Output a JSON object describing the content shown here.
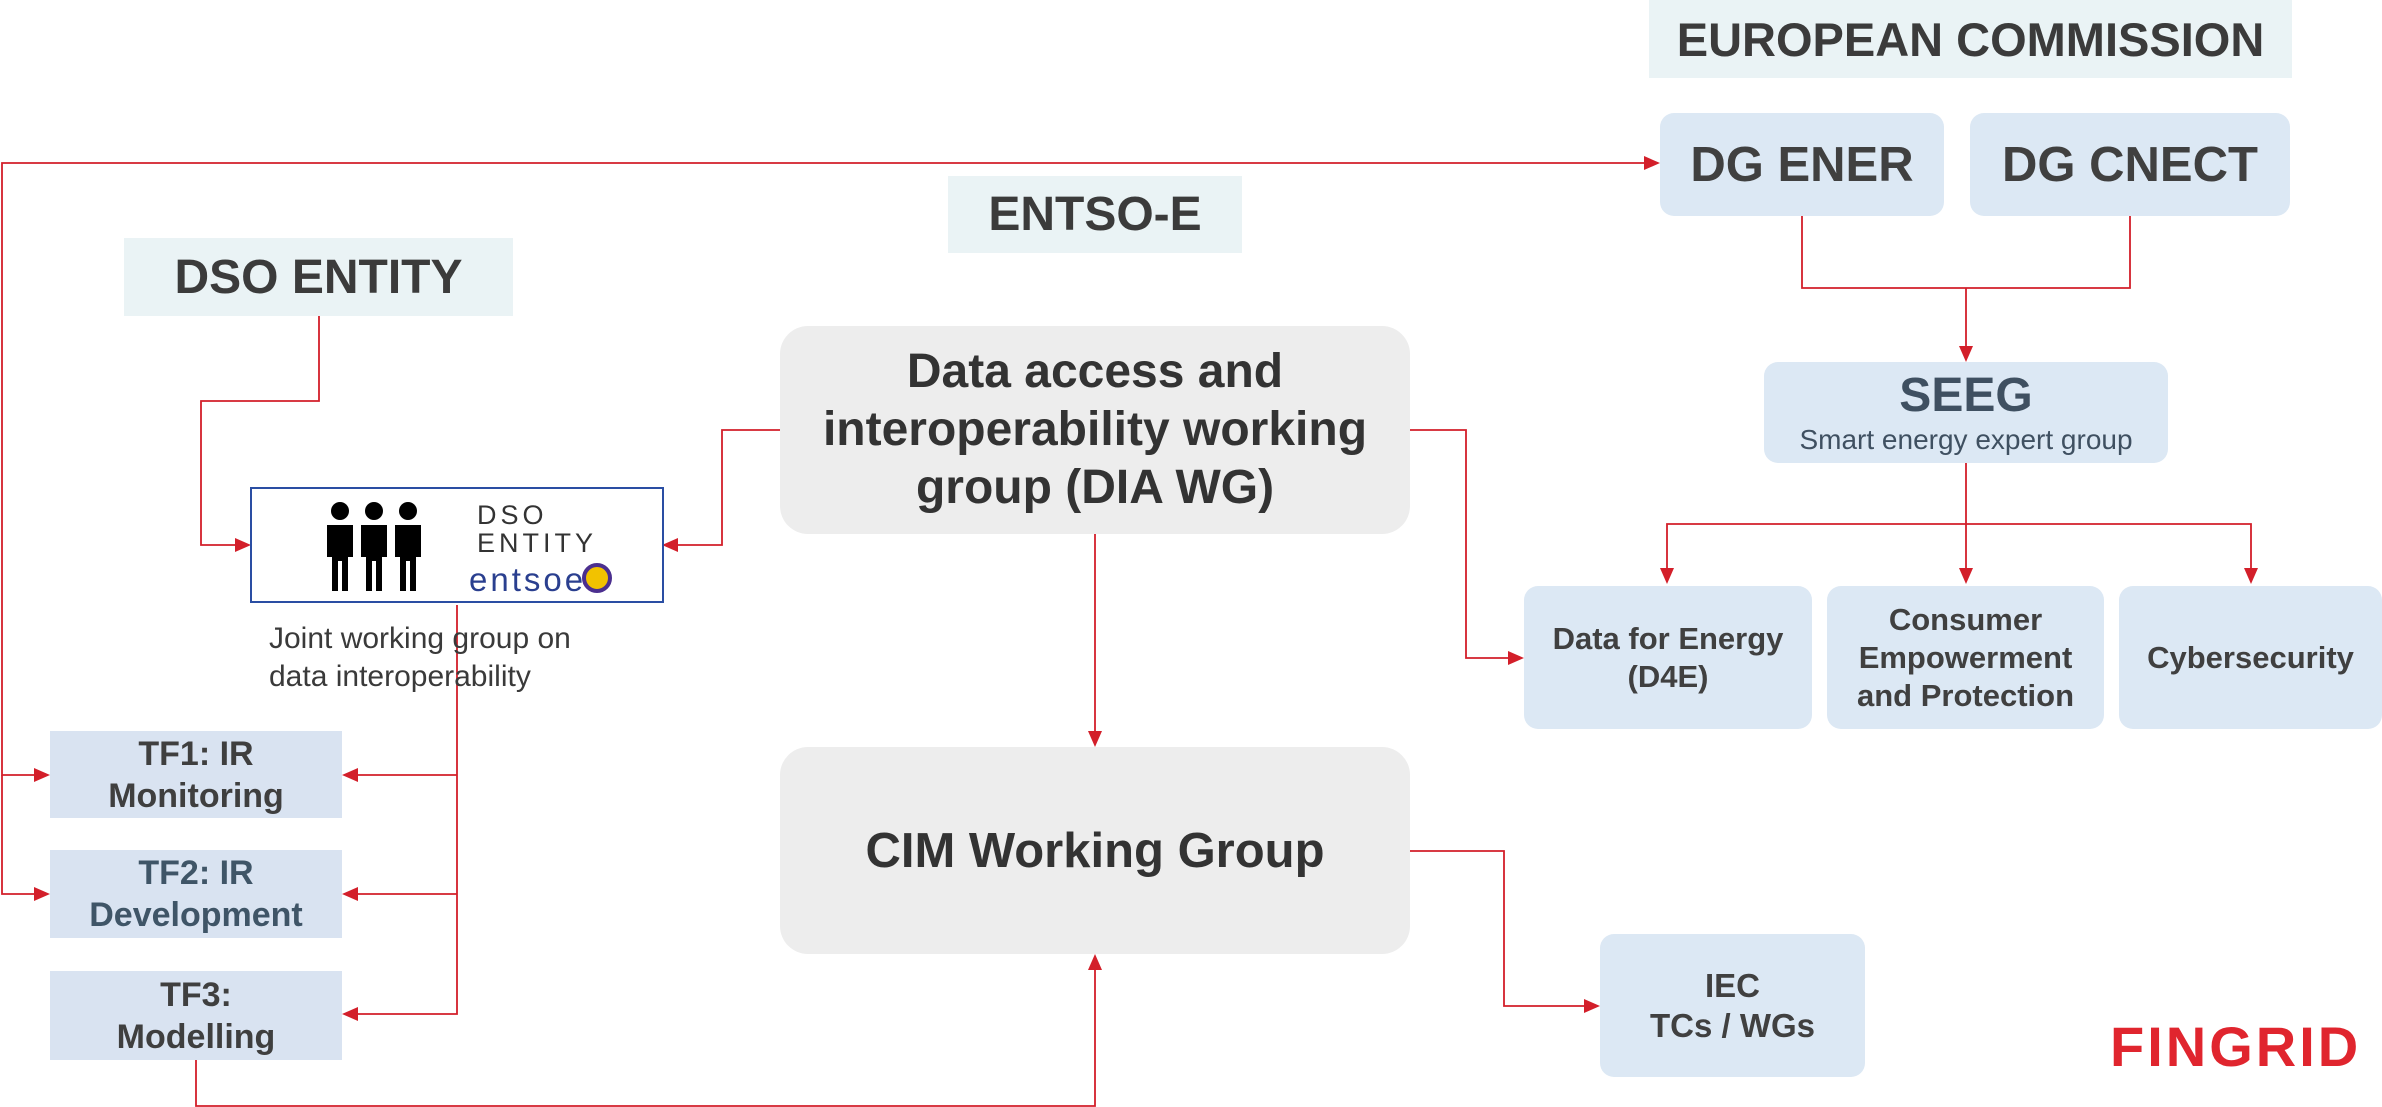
{
  "headers": {
    "european_commission": "EUROPEAN COMMISSION",
    "entsoe": "ENTSO-E",
    "dso_entity": "DSO ENTITY"
  },
  "commission": {
    "dg_ener": "DG ENER",
    "dg_cnect": "DG CNECT"
  },
  "seeg": {
    "title": "SEEG",
    "subtitle": "Smart energy expert group"
  },
  "expert_groups": {
    "d4e_line1": "Data for Energy",
    "d4e_line2": "(D4E)",
    "consumer_line1": "Consumer",
    "consumer_line2": "Empowerment",
    "consumer_line3": "and Protection",
    "cyber": "Cybersecurity"
  },
  "dia": {
    "line1": "Data access and",
    "line2": "interoperability working",
    "line3": "group (DIA WG)"
  },
  "cim": "CIM Working Group",
  "iec": {
    "line1": "IEC",
    "line2": "TCs / WGs"
  },
  "joint": {
    "dso_logo_line1": "DSO",
    "dso_logo_line2": "ENTITY",
    "entsoe_logo": "entsoe",
    "caption_line1": "Joint working group on",
    "caption_line2": "data interoperability"
  },
  "task_forces": {
    "tf1_line1": "TF1: IR",
    "tf1_line2": "Monitoring",
    "tf2_line1": "TF2: IR",
    "tf2_line2": "Development",
    "tf3_line1": "TF3:",
    "tf3_line2": "Modelling"
  },
  "brand": "FINGRID",
  "colors": {
    "connector": "#d31f2a",
    "header_fill": "#eaf3f5",
    "box_fill": "#dce8f4",
    "working_group_fill": "#ededed",
    "brand": "#e0252e"
  }
}
